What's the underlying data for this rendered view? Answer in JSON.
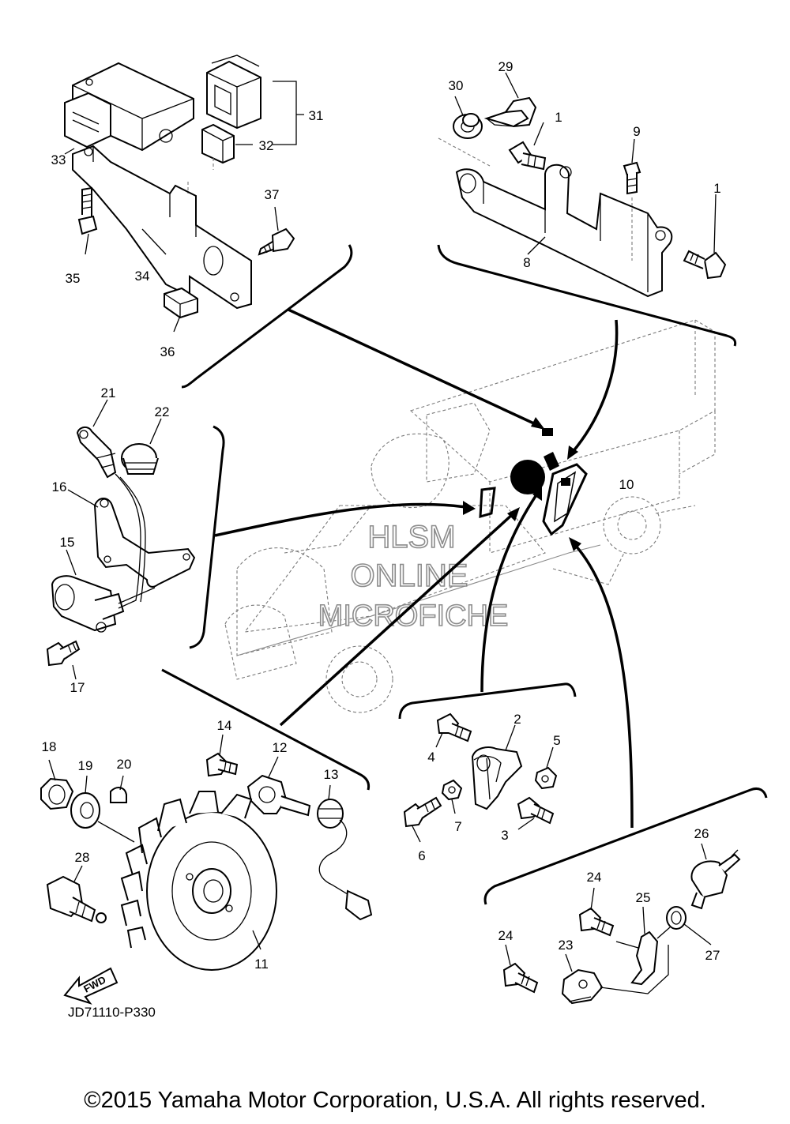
{
  "diagram": {
    "code": "JD71110-P330",
    "fwd_label": "FWD",
    "watermark": [
      "HLSM",
      "ONLINE",
      "MICROFICHE"
    ],
    "copyright": "©2015 Yamaha Motor Corporation, U.S.A. All rights reserved."
  },
  "callouts": {
    "n1a": "1",
    "n1b": "1",
    "n2": "2",
    "n3": "3",
    "n4": "4",
    "n5": "5",
    "n6": "6",
    "n7": "7",
    "n8": "8",
    "n9": "9",
    "n10": "10",
    "n11": "11",
    "n12": "12",
    "n13": "13",
    "n14": "14",
    "n15": "15",
    "n16": "16",
    "n17": "17",
    "n18": "18",
    "n19": "19",
    "n20": "20",
    "n21": "21",
    "n22": "22",
    "n23": "23",
    "n24a": "24",
    "n24b": "24",
    "n25": "25",
    "n26": "26",
    "n27": "27",
    "n28": "28",
    "n29": "29",
    "n30": "30",
    "n31": "31",
    "n32": "32",
    "n33": "33",
    "n34": "34",
    "n35": "35",
    "n36": "36",
    "n37": "37"
  }
}
